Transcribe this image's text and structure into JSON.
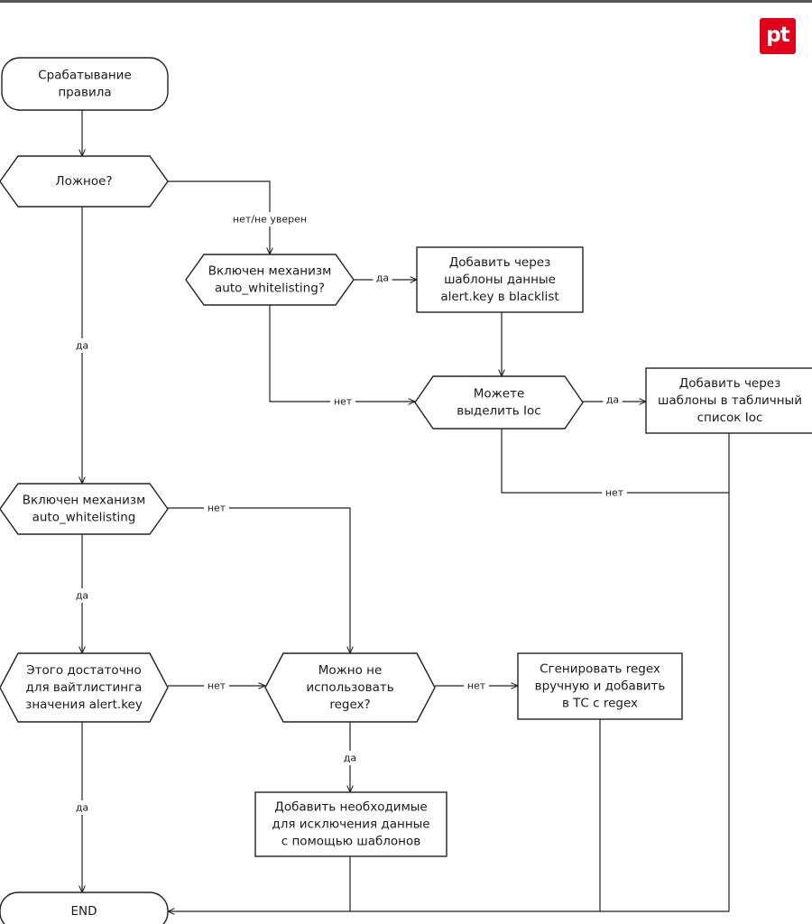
{
  "logo": {
    "text": "pt",
    "color": "#e3001b"
  },
  "nodes": {
    "start": [
      "Срабатывание",
      "правила"
    ],
    "false_q": [
      "Ложное?"
    ],
    "aw1_q": [
      "Включен механизм",
      "auto_whitelisting?"
    ],
    "add_blacklist": [
      "Добавить через",
      "шаблоны данные",
      "alert.key в blacklist"
    ],
    "ioc_q": [
      "Можете",
      "выделить Ioc"
    ],
    "add_ioc": [
      "Добавить через",
      "шаблоны в табличный",
      "список Ioc"
    ],
    "aw2_q": [
      "Включен механизм",
      "auto_whitelisting"
    ],
    "enough_q": [
      "Этого достаточно",
      "для вайтлистинга",
      "значения alert.key"
    ],
    "regex_q": [
      "Можно не",
      "использовать",
      "regex?"
    ],
    "gen_regex": [
      "Сгенировать regex",
      "вручную и добавить",
      "в ТС с regex"
    ],
    "add_needed": [
      "Добавить необходимые",
      "для исключения данные",
      "с помощью шаблонов"
    ],
    "end": [
      "END"
    ]
  },
  "edge_labels": {
    "false_no": "нет/не уверен",
    "false_yes": "да",
    "aw1_yes": "да",
    "aw1_no": "нет",
    "ioc_yes": "да",
    "ioc_no": "нет",
    "aw2_no": "нет",
    "aw2_yes": "да",
    "enough_no": "нет",
    "enough_yes": "да",
    "regex_no": "нет",
    "regex_yes": "да"
  }
}
